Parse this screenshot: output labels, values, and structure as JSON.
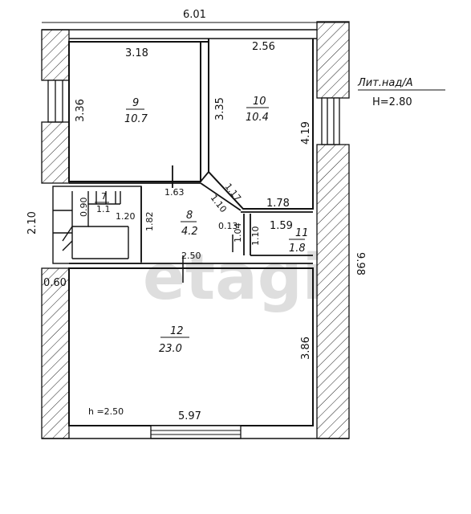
{
  "title_block": {
    "line1": "Лит.над/А",
    "line2": "H=2.80"
  },
  "dimensions": {
    "overall_width": "6.01",
    "overall_height": "9.98",
    "left_height": "2.10",
    "room9_width": "3.18",
    "room9_height": "3.36",
    "room10_width": "2.56",
    "room10_left": "3.35",
    "room10_right": "4.19",
    "corridor_a": "1.63",
    "corridor_b": "1.17",
    "corridor_c": "1.10",
    "corridor_d": "1.78",
    "stair_a": "0.90",
    "stair_b": "1.20",
    "stair_c": "1.82",
    "small_a": "0.13",
    "small_b": "1.04",
    "small_c": "1.10",
    "room11_width": "1.59",
    "hall_width": "2.50",
    "left_offset": "0.60",
    "room12_height": "3.86",
    "room12_width": "5.97",
    "ceiling_height": "h =2.50"
  },
  "rooms": {
    "r9": {
      "num": "9",
      "area": "10.7"
    },
    "r10": {
      "num": "10",
      "area": "10.4"
    },
    "r7": {
      "num": "7",
      "area": "1.1"
    },
    "r8": {
      "num": "8",
      "area": "4.2"
    },
    "r11": {
      "num": "11",
      "area": "1.8"
    },
    "r12": {
      "num": "12",
      "area": "23.0"
    }
  },
  "watermark": "etagi"
}
